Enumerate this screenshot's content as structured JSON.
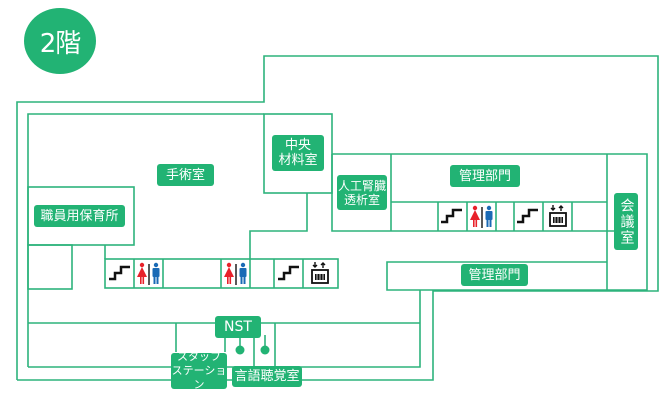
{
  "floor": {
    "label": "2階"
  },
  "colors": {
    "accent": "#22b374",
    "wall": "#2db37c",
    "female": "#e8212a",
    "male": "#1a6ab5",
    "icon_black": "#111111"
  },
  "rooms": {
    "operating_room": "手術室",
    "central_supply": "中央\n材料室",
    "dialysis": "人工腎臓\n透析室",
    "admin_upper": "管理部門",
    "admin_lower": "管理部門",
    "conference": "会議室",
    "staff_nursery": "職員用保育所",
    "nst": "NST",
    "staff_station": "スタッフ\nステーション",
    "speech_hearing": "言語聴覚室"
  },
  "icons": {
    "stairs": "stairs-icon",
    "restroom": "restroom-icon",
    "elevator": "elevator-icon"
  }
}
